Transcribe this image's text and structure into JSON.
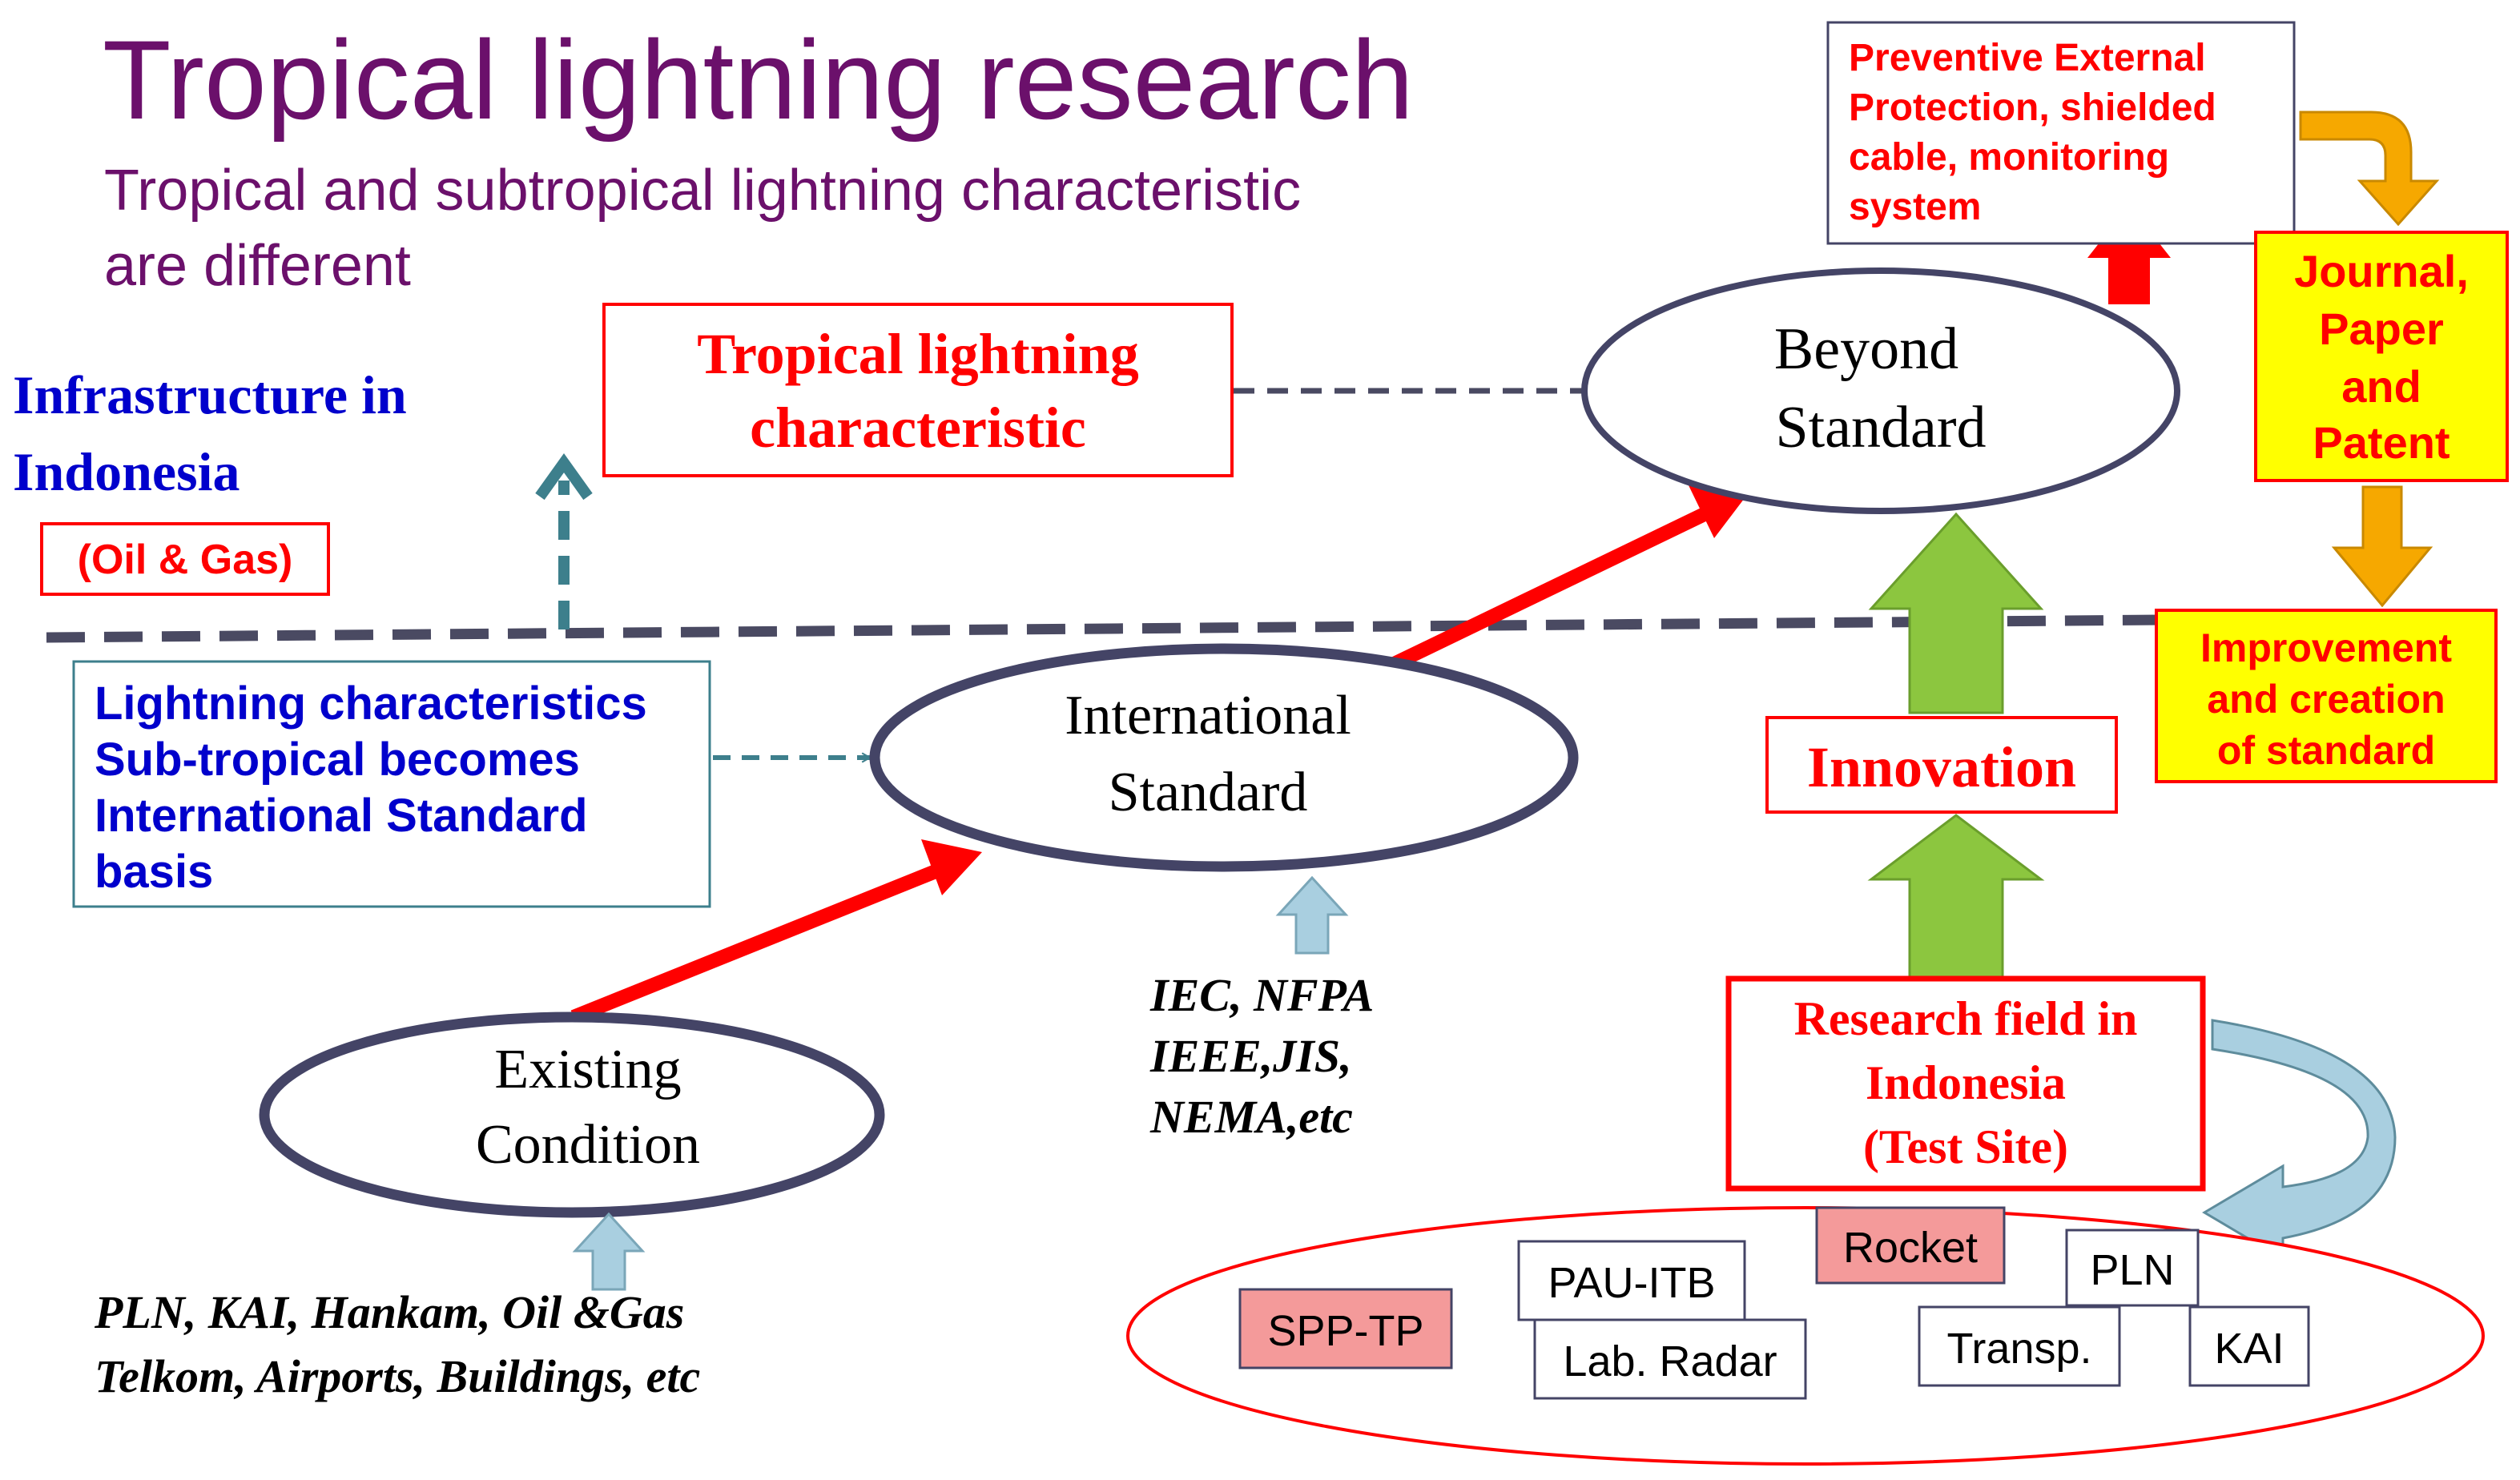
{
  "title": "Tropical lightning research",
  "subtitle": [
    "Tropical and subtropical lightning characteristic",
    "are different"
  ],
  "infrastructure": {
    "lines": [
      "Infrastructure in",
      "Indonesia"
    ],
    "tag": "(Oil & Gas)"
  },
  "tropical_box": [
    "Tropical lightning",
    "characteristic"
  ],
  "lightning_box": [
    "Lightning characteristics",
    "Sub-tropical becomes",
    "International Standard",
    "basis"
  ],
  "existing": [
    "Existing",
    "Condition"
  ],
  "international": [
    "International",
    "Standard"
  ],
  "beyond": [
    "Beyond",
    "Standard"
  ],
  "standards_list": [
    "IEC, NFPA",
    "IEEE,JIS,",
    "NEMA,etc"
  ],
  "stakeholders": [
    "PLN, KAI, Hankam, Oil &Gas",
    "Telkom, Airports, Buildings, etc"
  ],
  "innovation": "Innovation",
  "research_field": [
    "Research field in",
    "Indonesia",
    "(Test Site)"
  ],
  "preventive": [
    "Preventive External",
    "Protection, shielded",
    "cable, monitoring",
    "system"
  ],
  "journal": [
    "Journal,",
    "Paper",
    "and",
    "Patent"
  ],
  "improvement": [
    "Improvement",
    "and creation",
    "of standard"
  ],
  "test_sites": {
    "spp_tp": "SPP-TP",
    "pau_itb": "PAU-ITB",
    "lab_radar": "Lab. Radar",
    "rocket": "Rocket",
    "pln": "PLN",
    "transp": "Transp.",
    "kai": "KAI"
  },
  "colors": {
    "title": "#6b106b",
    "subtitle": "#6b106b",
    "blue_text": "#0000cc",
    "red": "#ff0000",
    "ellipse_stroke": "#444466",
    "dash_line": "#4a4a62",
    "teal_arrow": "#3d7f8c",
    "green_arrow": "#8cc63f",
    "light_blue_arrow": "#a9cfe0",
    "yellow": "#ffff00",
    "orange_arrow": "#f6a800",
    "pink_fill": "#f49a9a"
  }
}
